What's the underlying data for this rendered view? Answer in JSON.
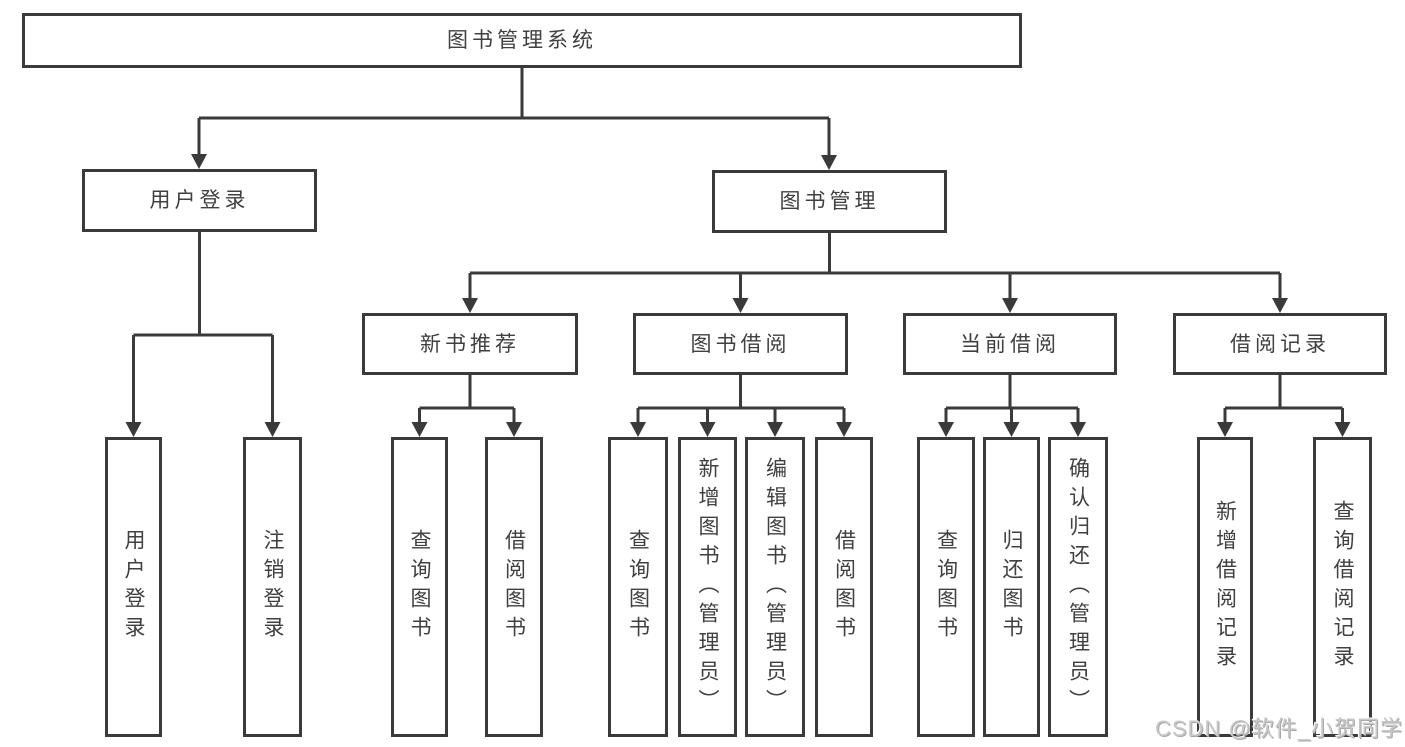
{
  "tree": {
    "root_label": "图书管理系统",
    "branches": [
      {
        "label": "用户登录",
        "leaves": [
          "用户登录",
          "注销登录"
        ]
      },
      {
        "label": "图书管理",
        "groups": [
          {
            "label": "新书推荐",
            "leaves": [
              "查询图书",
              "借阅图书"
            ]
          },
          {
            "label": "图书借阅",
            "leaves": [
              "查询图书",
              "新增图书（管理员）",
              "编辑图书（管理员）",
              "借阅图书"
            ]
          },
          {
            "label": "当前借阅",
            "leaves": [
              "查询图书",
              "归还图书",
              "确认归还（管理员）"
            ]
          },
          {
            "label": "借阅记录",
            "leaves": [
              "新增借阅记录",
              "查询借阅记录"
            ]
          }
        ]
      }
    ]
  },
  "watermark": {
    "text": "CSDN @软件_小贺同学"
  },
  "appearance": {
    "line_color": "#3a3a3a",
    "box_border_color": "#3a3a3a",
    "text_color": "#404040",
    "background_color": "#ffffff",
    "watermark_color": "#c8c8c8"
  }
}
